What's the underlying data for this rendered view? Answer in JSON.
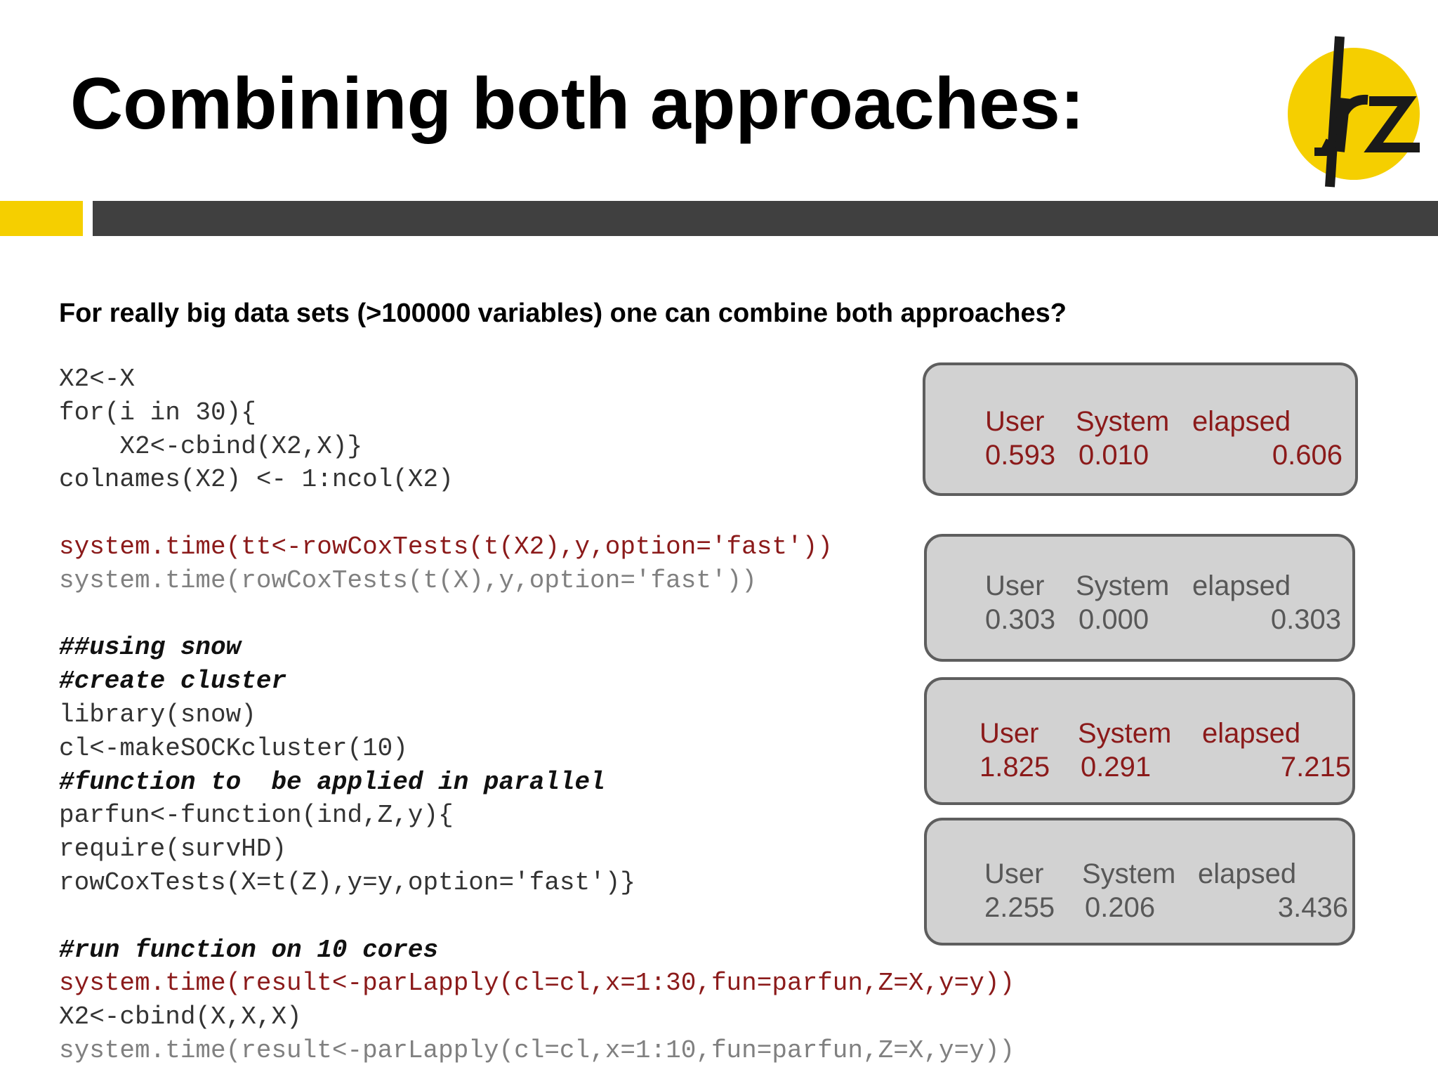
{
  "slide": {
    "title": "Combining both approaches:",
    "logo_text": "lrz",
    "intro": "For really big data sets (>100000 variables) one can combine both approaches?",
    "colors": {
      "accent_yellow": "#f5cf00",
      "bar_dark": "#404040",
      "code_red": "#8b1a1a",
      "code_gray": "#808080",
      "box_fill": "#d2d2d2"
    }
  },
  "code_lines": [
    {
      "text": "X2<-X",
      "style": "normal"
    },
    {
      "text": "for(i in 30){",
      "style": "normal"
    },
    {
      "text": "    X2<-cbind(X2,X)}",
      "style": "normal"
    },
    {
      "text": "colnames(X2) <- 1:ncol(X2)",
      "style": "normal"
    },
    {
      "text": "",
      "style": "normal"
    },
    {
      "text": "system.time(tt<-rowCoxTests(t(X2),y,option='fast'))",
      "style": "red"
    },
    {
      "text": "system.time(rowCoxTests(t(X),y,option='fast'))",
      "style": "gray"
    },
    {
      "text": "",
      "style": "normal"
    },
    {
      "text": "##using snow",
      "style": "comment"
    },
    {
      "text": "#create cluster",
      "style": "comment"
    },
    {
      "text": "library(snow)",
      "style": "normal"
    },
    {
      "text": "cl<-makeSOCKcluster(10)",
      "style": "normal"
    },
    {
      "text": "#function to  be applied in parallel",
      "style": "comment"
    },
    {
      "text": "parfun<-function(ind,Z,y){",
      "style": "normal"
    },
    {
      "text": "require(survHD)",
      "style": "normal"
    },
    {
      "text": "rowCoxTests(X=t(Z),y=y,option='fast')}",
      "style": "normal"
    },
    {
      "text": "",
      "style": "normal"
    },
    {
      "text": "#run function on 10 cores",
      "style": "comment"
    },
    {
      "text": "system.time(result<-parLapply(cl=cl,x=1:30,fun=parfun,Z=X,y=y))",
      "style": "red"
    },
    {
      "text": "X2<-cbind(X,X,X)",
      "style": "normal"
    },
    {
      "text": "system.time(result<-parLapply(cl=cl,x=1:10,fun=parfun,Z=X,y=y))",
      "style": "gray"
    }
  ],
  "timing_boxes": [
    {
      "style": "red",
      "headers": [
        "User",
        "System",
        "elapsed"
      ],
      "values": [
        "0.593",
        "0.010",
        "0.606"
      ]
    },
    {
      "style": "gray",
      "headers": [
        "User",
        "System",
        "elapsed"
      ],
      "values": [
        "0.303",
        "0.000",
        "0.303"
      ]
    },
    {
      "style": "red",
      "headers": [
        "User",
        "System",
        "elapsed"
      ],
      "values": [
        "1.825",
        "0.291",
        "7.215"
      ]
    },
    {
      "style": "gray",
      "headers": [
        "User",
        "System",
        "elapsed"
      ],
      "values": [
        "2.255",
        "0.206",
        "3.436"
      ]
    }
  ]
}
